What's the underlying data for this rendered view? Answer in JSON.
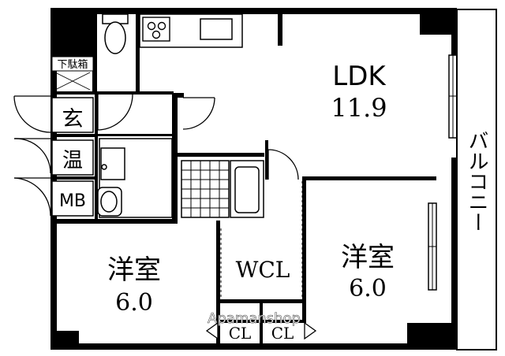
{
  "rooms": {
    "ldk": {
      "name": "LDK",
      "size": "11.9"
    },
    "bedroom_left": {
      "name": "洋室",
      "size": "6.0"
    },
    "bedroom_right": {
      "name": "洋室",
      "size": "6.0"
    },
    "wcl": {
      "name": "WCL"
    },
    "closet_1": {
      "name": "CL"
    },
    "closet_2": {
      "name": "CL"
    },
    "entrance": {
      "name": "玄"
    },
    "water_heater": {
      "name": "温"
    },
    "meter_box": {
      "name": "MB"
    },
    "shoe_box": {
      "name": "下駄箱"
    },
    "balcony": {
      "name": "バルコニー"
    }
  },
  "watermark": "Apamanshop",
  "colors": {
    "wall": "#000000",
    "paper": "#ffffff"
  }
}
